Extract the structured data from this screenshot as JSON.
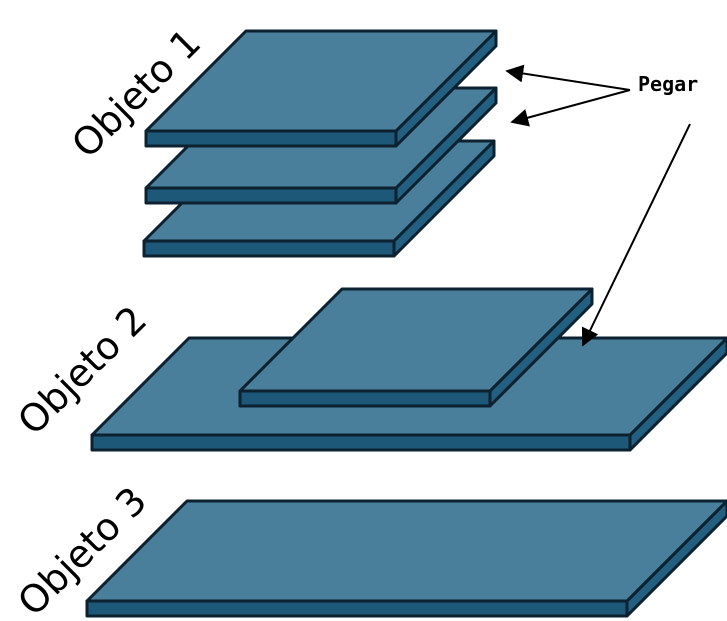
{
  "labels": {
    "object1": "Objeto 1",
    "object2": "Objeto 2",
    "object3": "Objeto 3",
    "annotation": "Pegar"
  },
  "colors": {
    "plate_top": "#4a7f9c",
    "plate_front": "#1d5878",
    "plate_side": "#235f80",
    "outline": "#0c2230"
  }
}
